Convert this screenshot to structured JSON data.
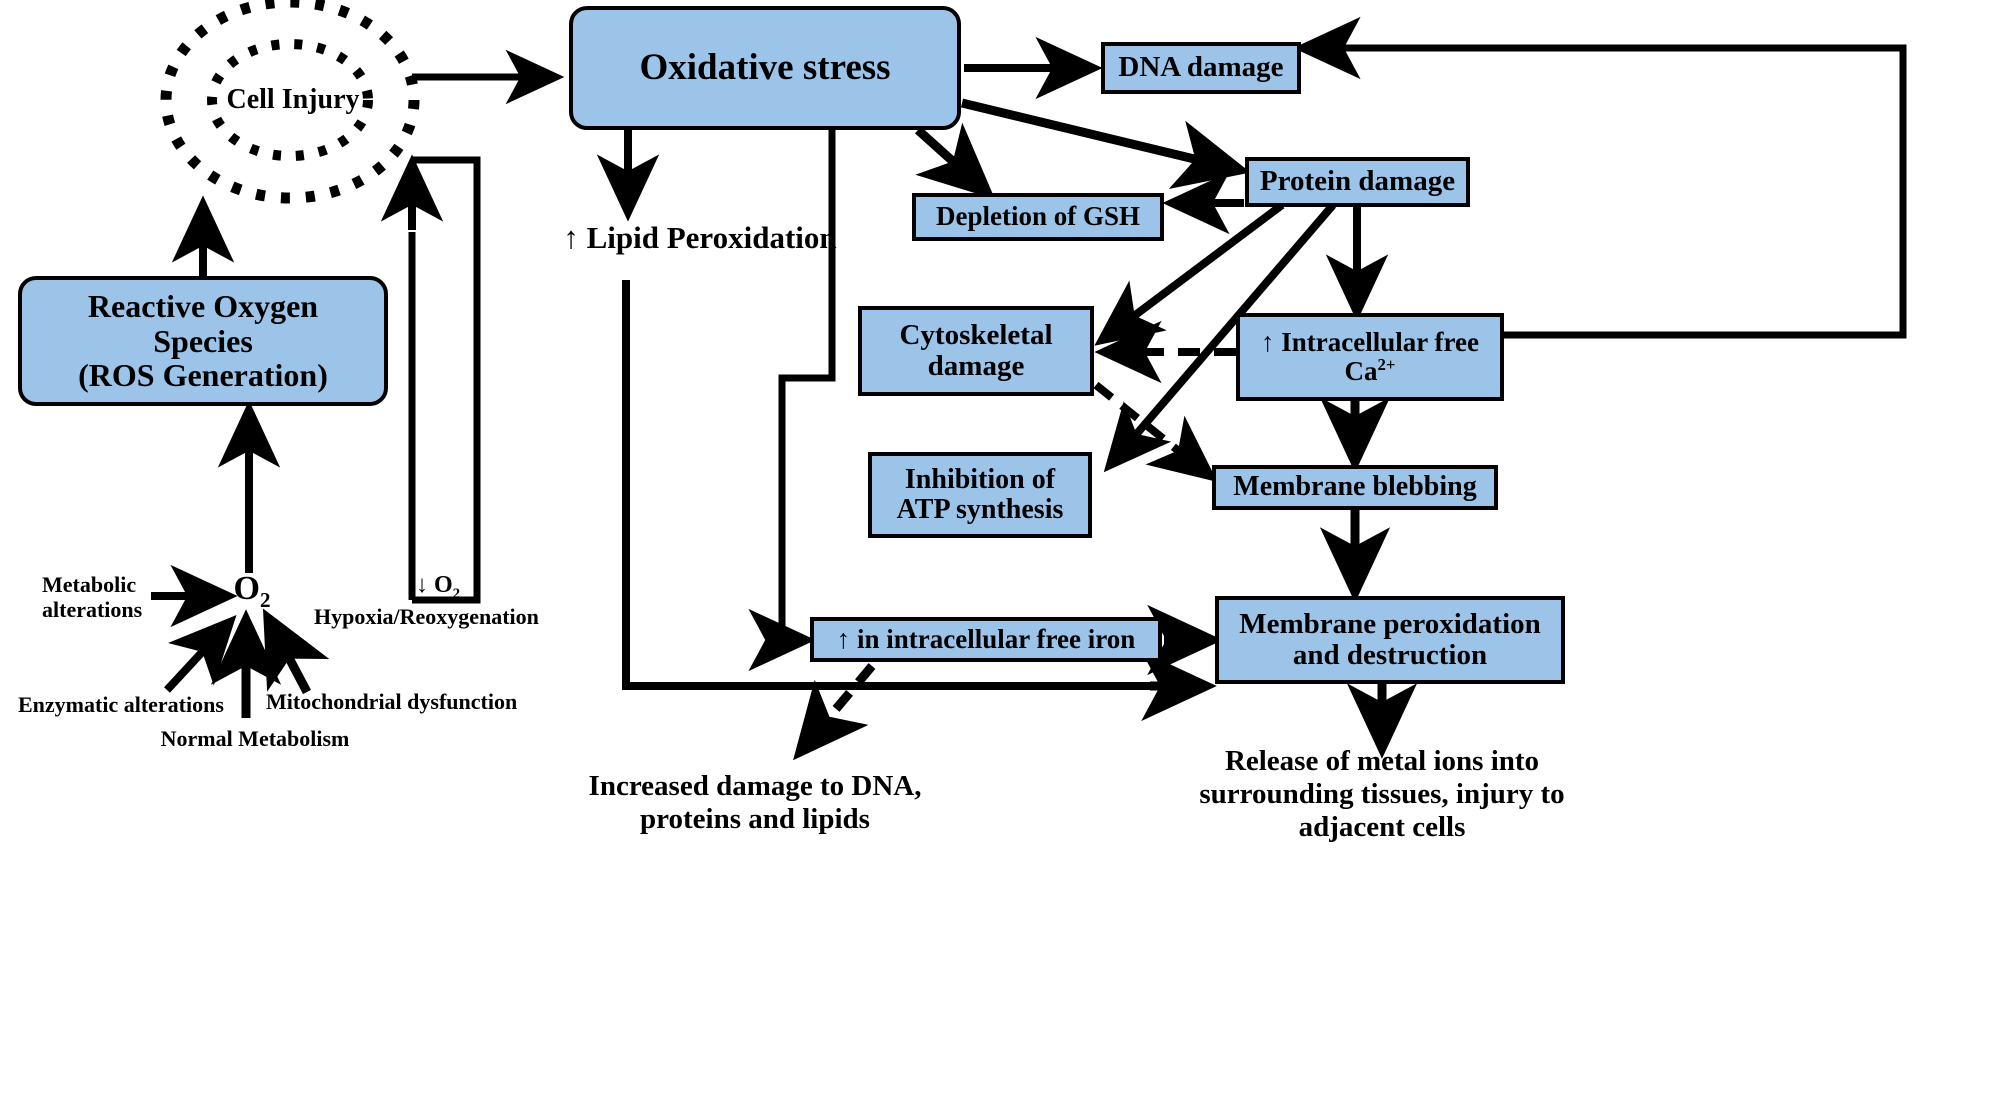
{
  "diagram": {
    "title": "Oxidative stress and reactive oxygen species pathway of cell injury",
    "accent_box_fill": "#9cc3e8",
    "stroke_color": "#000000",
    "background": "#ffffff"
  },
  "nodes": {
    "cell_injury": "Cell Injury",
    "ros": "Reactive Oxygen Species (ROS Generation)",
    "ros_line1": "Reactive Oxygen",
    "ros_line2": "Species",
    "ros_line3": "(ROS Generation)",
    "oxidative_stress": "Oxidative stress",
    "dna_damage": "DNA damage",
    "protein_damage": "Protein damage",
    "depletion_gsh": "Depletion of GSH",
    "lipid_peroxidation": "↑ Lipid Peroxidation",
    "cytoskeletal_damage_l1": "Cytoskeletal",
    "cytoskeletal_damage_l2": "damage",
    "intracellular_ca_l1": "↑ Intracellular free",
    "intracellular_ca_l2": "Ca",
    "intracellular_ca_charge": "2+",
    "inhibition_atp_l1": "Inhibition of",
    "inhibition_atp_l2": "ATP synthesis",
    "membrane_blebbing": "Membrane blebbing",
    "intracellular_iron": "↑ in intracellular free iron",
    "membrane_peroxidation_l1": "Membrane peroxidation",
    "membrane_peroxidation_l2": "and destruction"
  },
  "labels": {
    "o2": "O",
    "o2_sub": "2",
    "metabolic_l1": "Metabolic",
    "metabolic_l2": "alterations",
    "enzymatic": "Enzymatic alterations",
    "normal_metabolism": "Normal Metabolism",
    "mitochondrial": "Mitochondrial dysfunction",
    "down_o2": "↓ O",
    "down_o2_sub": "2",
    "hypoxia": "Hypoxia/Reoxygenation",
    "increased_damage_l1": "Increased damage to DNA,",
    "increased_damage_l2": "proteins and lipids",
    "release_metal_l1": "Release of metal ions into",
    "release_metal_l2": "surrounding tissues, injury to",
    "release_metal_l3": "adjacent cells"
  },
  "edges": [
    {
      "from": "cell-injury",
      "to": "oxidative-stress",
      "style": "solid"
    },
    {
      "from": "ros",
      "to": "cell-injury",
      "style": "solid"
    },
    {
      "from": "o2",
      "to": "ros",
      "style": "solid"
    },
    {
      "from": "metabolic-alterations",
      "to": "o2",
      "style": "solid"
    },
    {
      "from": "enzymatic-alterations",
      "to": "o2",
      "style": "solid"
    },
    {
      "from": "normal-metabolism",
      "to": "o2",
      "style": "solid"
    },
    {
      "from": "mitochondrial-dysfunction",
      "to": "o2",
      "style": "solid"
    },
    {
      "from": "hypoxia-reoxygenation",
      "to": "cell-injury",
      "style": "solid"
    },
    {
      "from": "oxidative-stress",
      "to": "dna-damage",
      "style": "solid"
    },
    {
      "from": "oxidative-stress",
      "to": "protein-damage",
      "style": "solid"
    },
    {
      "from": "oxidative-stress",
      "to": "depletion-gsh",
      "style": "solid"
    },
    {
      "from": "oxidative-stress",
      "to": "lipid-peroxidation",
      "style": "solid"
    },
    {
      "from": "oxidative-stress",
      "to": "intracellular-iron",
      "style": "solid"
    },
    {
      "from": "protein-damage",
      "to": "depletion-gsh",
      "style": "solid"
    },
    {
      "from": "protein-damage",
      "to": "cytoskeletal-damage",
      "style": "solid"
    },
    {
      "from": "protein-damage",
      "to": "inhibition-atp",
      "style": "solid"
    },
    {
      "from": "protein-damage",
      "to": "intracellular-ca",
      "style": "solid"
    },
    {
      "from": "intracellular-ca",
      "to": "cytoskeletal-damage",
      "style": "dashed"
    },
    {
      "from": "intracellular-ca",
      "to": "membrane-blebbing",
      "style": "solid"
    },
    {
      "from": "intracellular-ca",
      "to": "dna-damage",
      "style": "solid"
    },
    {
      "from": "cytoskeletal-damage",
      "to": "membrane-blebbing",
      "style": "dashed"
    },
    {
      "from": "membrane-blebbing",
      "to": "membrane-peroxidation",
      "style": "solid"
    },
    {
      "from": "intracellular-iron",
      "to": "membrane-peroxidation",
      "style": "solid"
    },
    {
      "from": "lipid-peroxidation",
      "to": "membrane-peroxidation",
      "style": "solid"
    },
    {
      "from": "intracellular-iron",
      "to": "increased-damage",
      "style": "dashed"
    },
    {
      "from": "membrane-peroxidation",
      "to": "release-metal-ions",
      "style": "dashed"
    }
  ]
}
